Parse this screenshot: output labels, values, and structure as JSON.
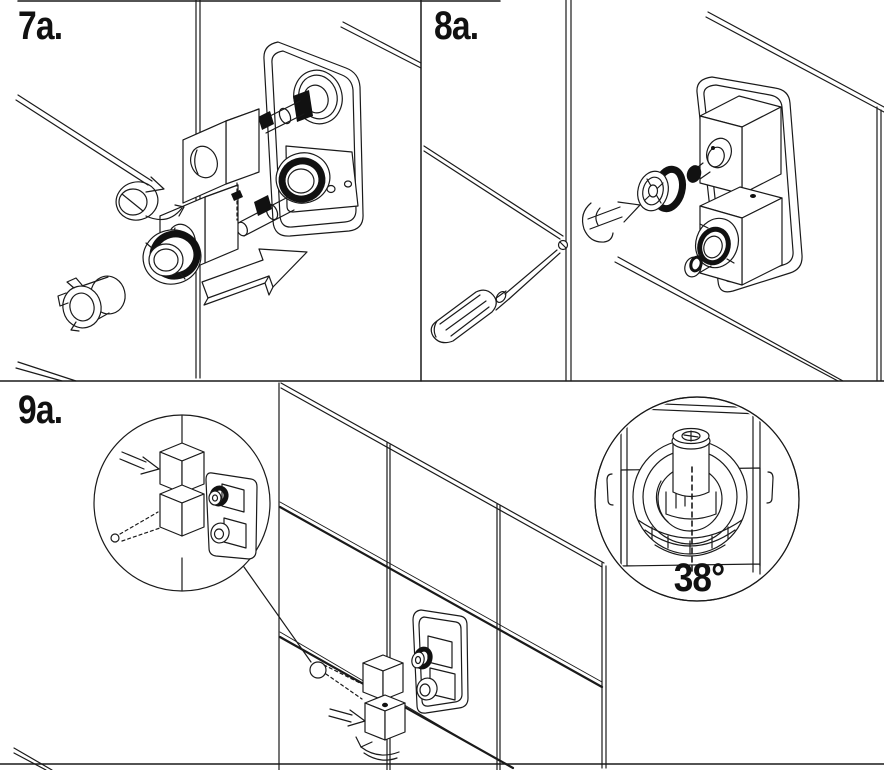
{
  "sheet": {
    "type": "installation-instruction-diagram",
    "colors": {
      "background": "#ffffff",
      "line": "#1a1a1a"
    },
    "steps": [
      {
        "id": "7a",
        "label": "7a."
      },
      {
        "id": "8a",
        "label": "8a."
      },
      {
        "id": "9a",
        "label": "9a."
      }
    ],
    "callout": {
      "temperature_label": "38°"
    }
  }
}
